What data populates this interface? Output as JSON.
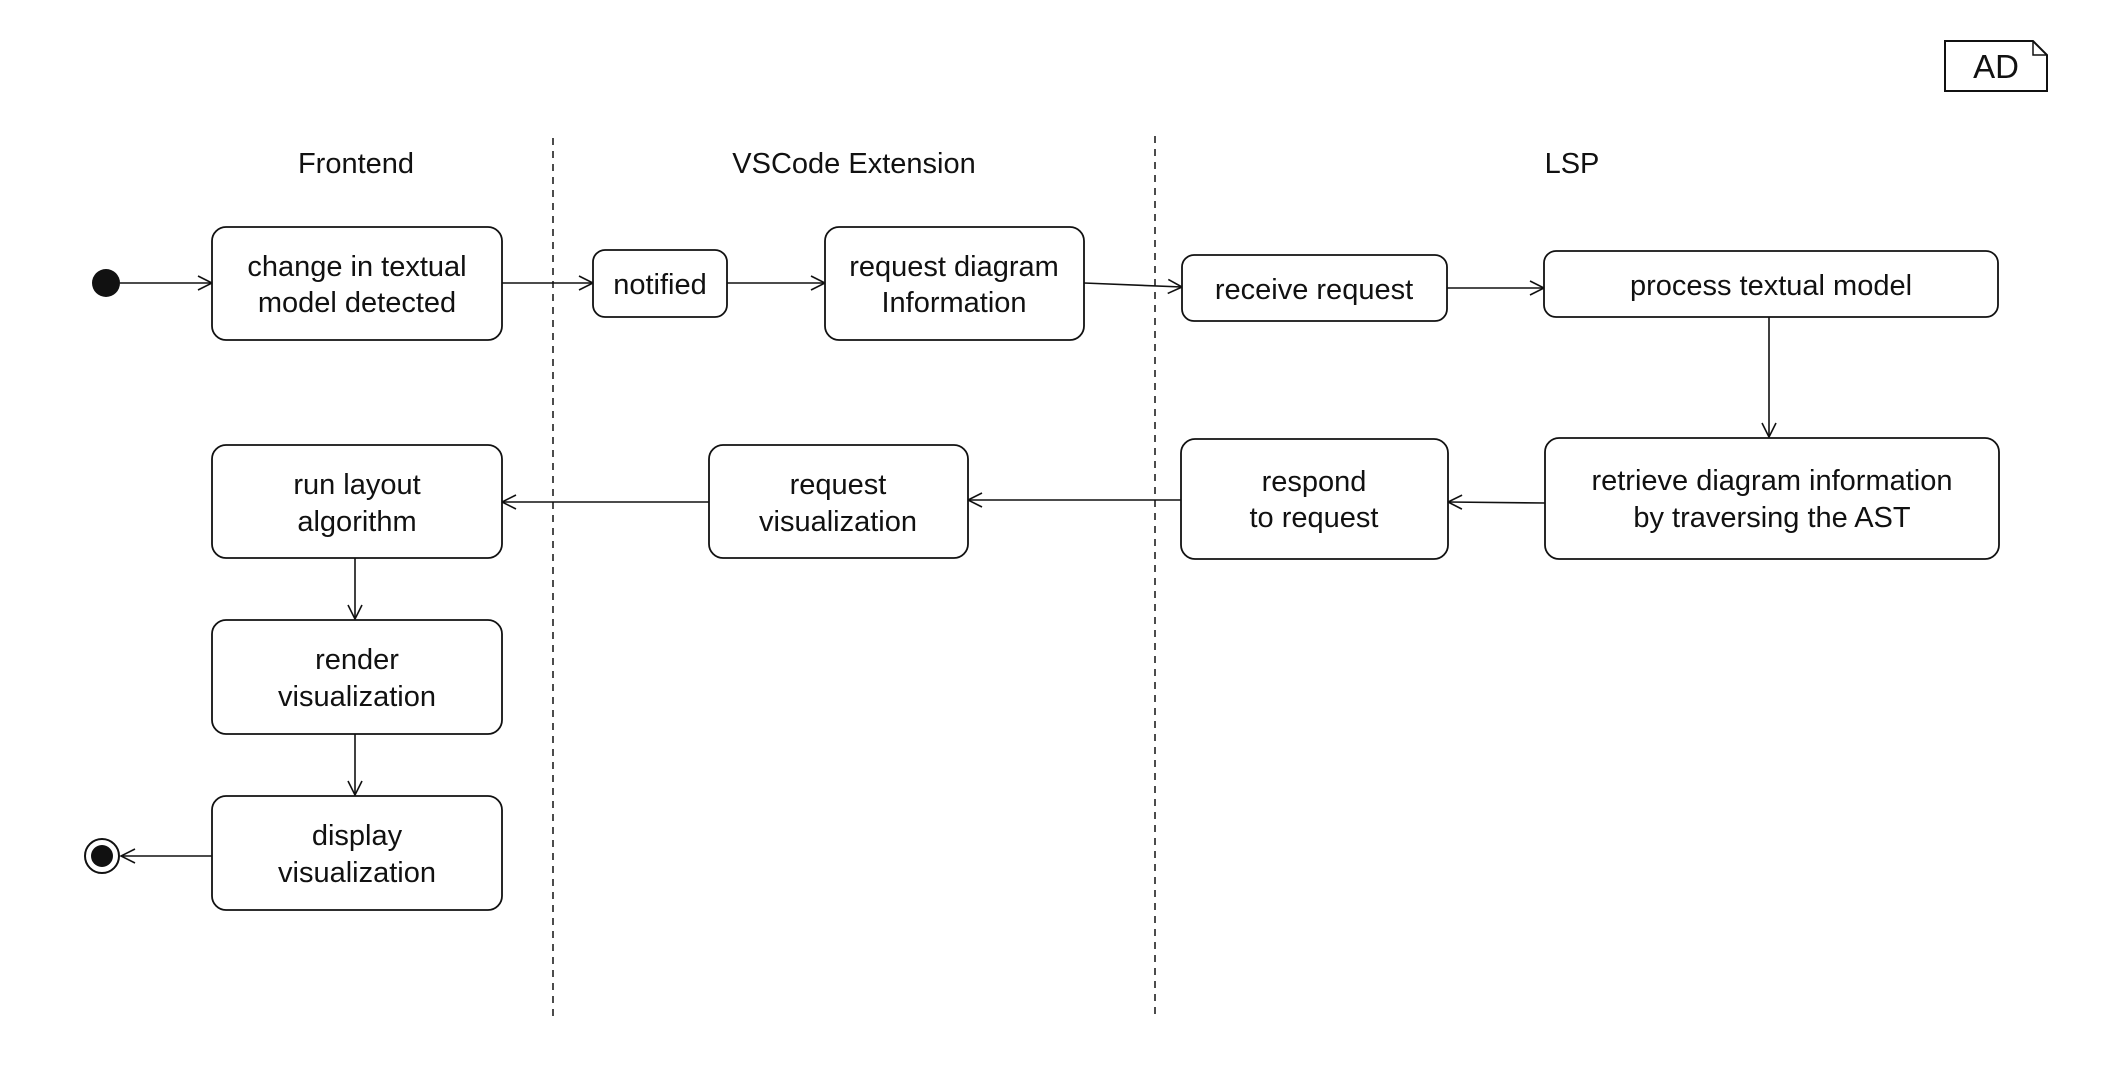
{
  "diagram_tag": "AD",
  "lanes": {
    "frontend": "Frontend",
    "vscode": "VSCode Extension",
    "lsp": "LSP"
  },
  "nodes": {
    "change": [
      "change in textual",
      "model detected"
    ],
    "notified": [
      "notified"
    ],
    "request_diagram": [
      "request diagram",
      "Information"
    ],
    "receive": [
      "receive request"
    ],
    "process": [
      "process textual model"
    ],
    "retrieve": [
      "retrieve diagram information",
      "by traversing the AST"
    ],
    "respond": [
      "respond",
      "to request"
    ],
    "request_vis": [
      "request",
      "visualization"
    ],
    "run_layout": [
      "run layout",
      "algorithm"
    ],
    "render": [
      "render",
      "visualization"
    ],
    "display": [
      "display",
      "visualization"
    ]
  }
}
